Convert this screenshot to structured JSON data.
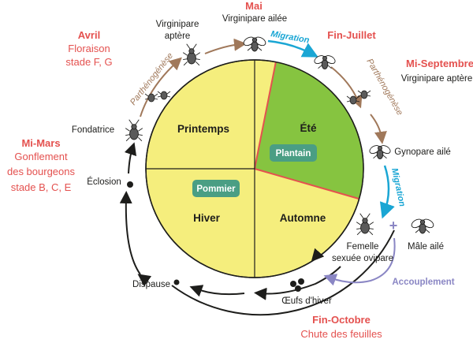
{
  "stages": {
    "mai_title": "Mai",
    "mai_sub": "Virginipare ailée",
    "avril_title": "Avril",
    "avril_sub1": "Floraison",
    "avril_sub2": "stade F, G",
    "finjuillet_title": "Fin-Juillet",
    "miseptembre_title": "Mi-Septembre",
    "miseptembre_sub": "Virginipare aptère",
    "mimars_title": "Mi-Mars",
    "mimars_sub1": "Gonflement",
    "mimars_sub2": "des bourgeons",
    "mimars_sub3": "stade B, C, E",
    "finoctobre_title": "Fin-Octobre",
    "finoctobre_sub": "Chute des feuilles"
  },
  "labels": {
    "virginipare_aptere_1": "Virginipare",
    "virginipare_aptere_2": "aptère",
    "fondatrice": "Fondatrice",
    "eclosion": "Éclosion",
    "dispause": "Dispause",
    "oeufs": "Œufs d'hiver",
    "gynopare": "Gynopare ailé",
    "femelle_1": "Femelle",
    "femelle_2": "sexuée ovipare",
    "male": "Mâle ailé",
    "plus": "+"
  },
  "arcs": {
    "parthenogenese_left": "Parthénogénèse",
    "parthenogenese_right": "Parthénogénèse",
    "migration_top": "Migration",
    "migration_right": "Migration",
    "accouplement": "Accouplement"
  },
  "seasons": {
    "printemps": "Printemps",
    "ete": "Été",
    "hiver": "Hiver",
    "automne": "Automne",
    "plantain": "Plantain",
    "pommier": "Pommier"
  },
  "colors": {
    "yellow": "#f5ee7d",
    "green": "#86c440",
    "badge": "#4a9e84",
    "red": "#e4514f",
    "blue": "#1aa6d4",
    "brown": "#a0785a",
    "violet": "#8a86c4"
  }
}
